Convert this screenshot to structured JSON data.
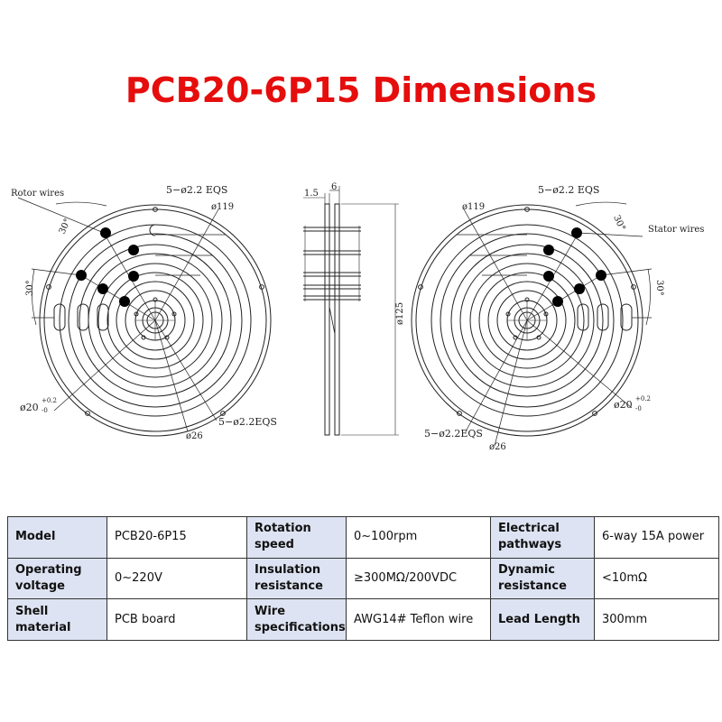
{
  "title": "PCB20-6P15 Dimensions",
  "colors": {
    "title": "#e60d0d",
    "header_cell": "#dde3f2",
    "line": "#222222",
    "dot": "#000000"
  },
  "drawing": {
    "left_view": {
      "wires_label": "Rotor wires",
      "angle_top": "30°",
      "angle_side": "30°",
      "holes_top": "5−ø2.2 EQS",
      "outer_dia": "ø119",
      "inner_dia": "ø20",
      "inner_tol_plus": "+0.2",
      "inner_tol_minus": "-0",
      "holes_bottom": "5−ø2.2EQS",
      "center_dia": "ø26"
    },
    "side_view": {
      "thickness": "1.5",
      "gap": "6",
      "height": "ø125"
    },
    "right_view": {
      "wires_label": "Stator wires",
      "angle_top": "30°",
      "angle_side": "30°",
      "holes_top": "5−ø2.2 EQS",
      "outer_dia": "ø119",
      "inner_dia": "ø20",
      "inner_tol_plus": "+0.2",
      "inner_tol_minus": "-0",
      "holes_bottom": "5−ø2.2EQS",
      "center_dia": "ø26"
    }
  },
  "specs": [
    [
      {
        "label": "Model",
        "value": "PCB20-6P15"
      },
      {
        "label": "Rotation speed",
        "value": "0~100rpm"
      },
      {
        "label": "Electrical pathways",
        "value": "6-way 15A power"
      }
    ],
    [
      {
        "label": "Operating voltage",
        "value": "0~220V"
      },
      {
        "label": "Insulation resistance",
        "value": "≥300MΩ/200VDC"
      },
      {
        "label": "Dynamic resistance",
        "value": "<10mΩ"
      }
    ],
    [
      {
        "label": "Shell material",
        "value": "PCB board"
      },
      {
        "label": "Wire specifications",
        "value": "AWG14# Teflon wire"
      },
      {
        "label": "Lead Length",
        "value": "300mm"
      }
    ]
  ]
}
